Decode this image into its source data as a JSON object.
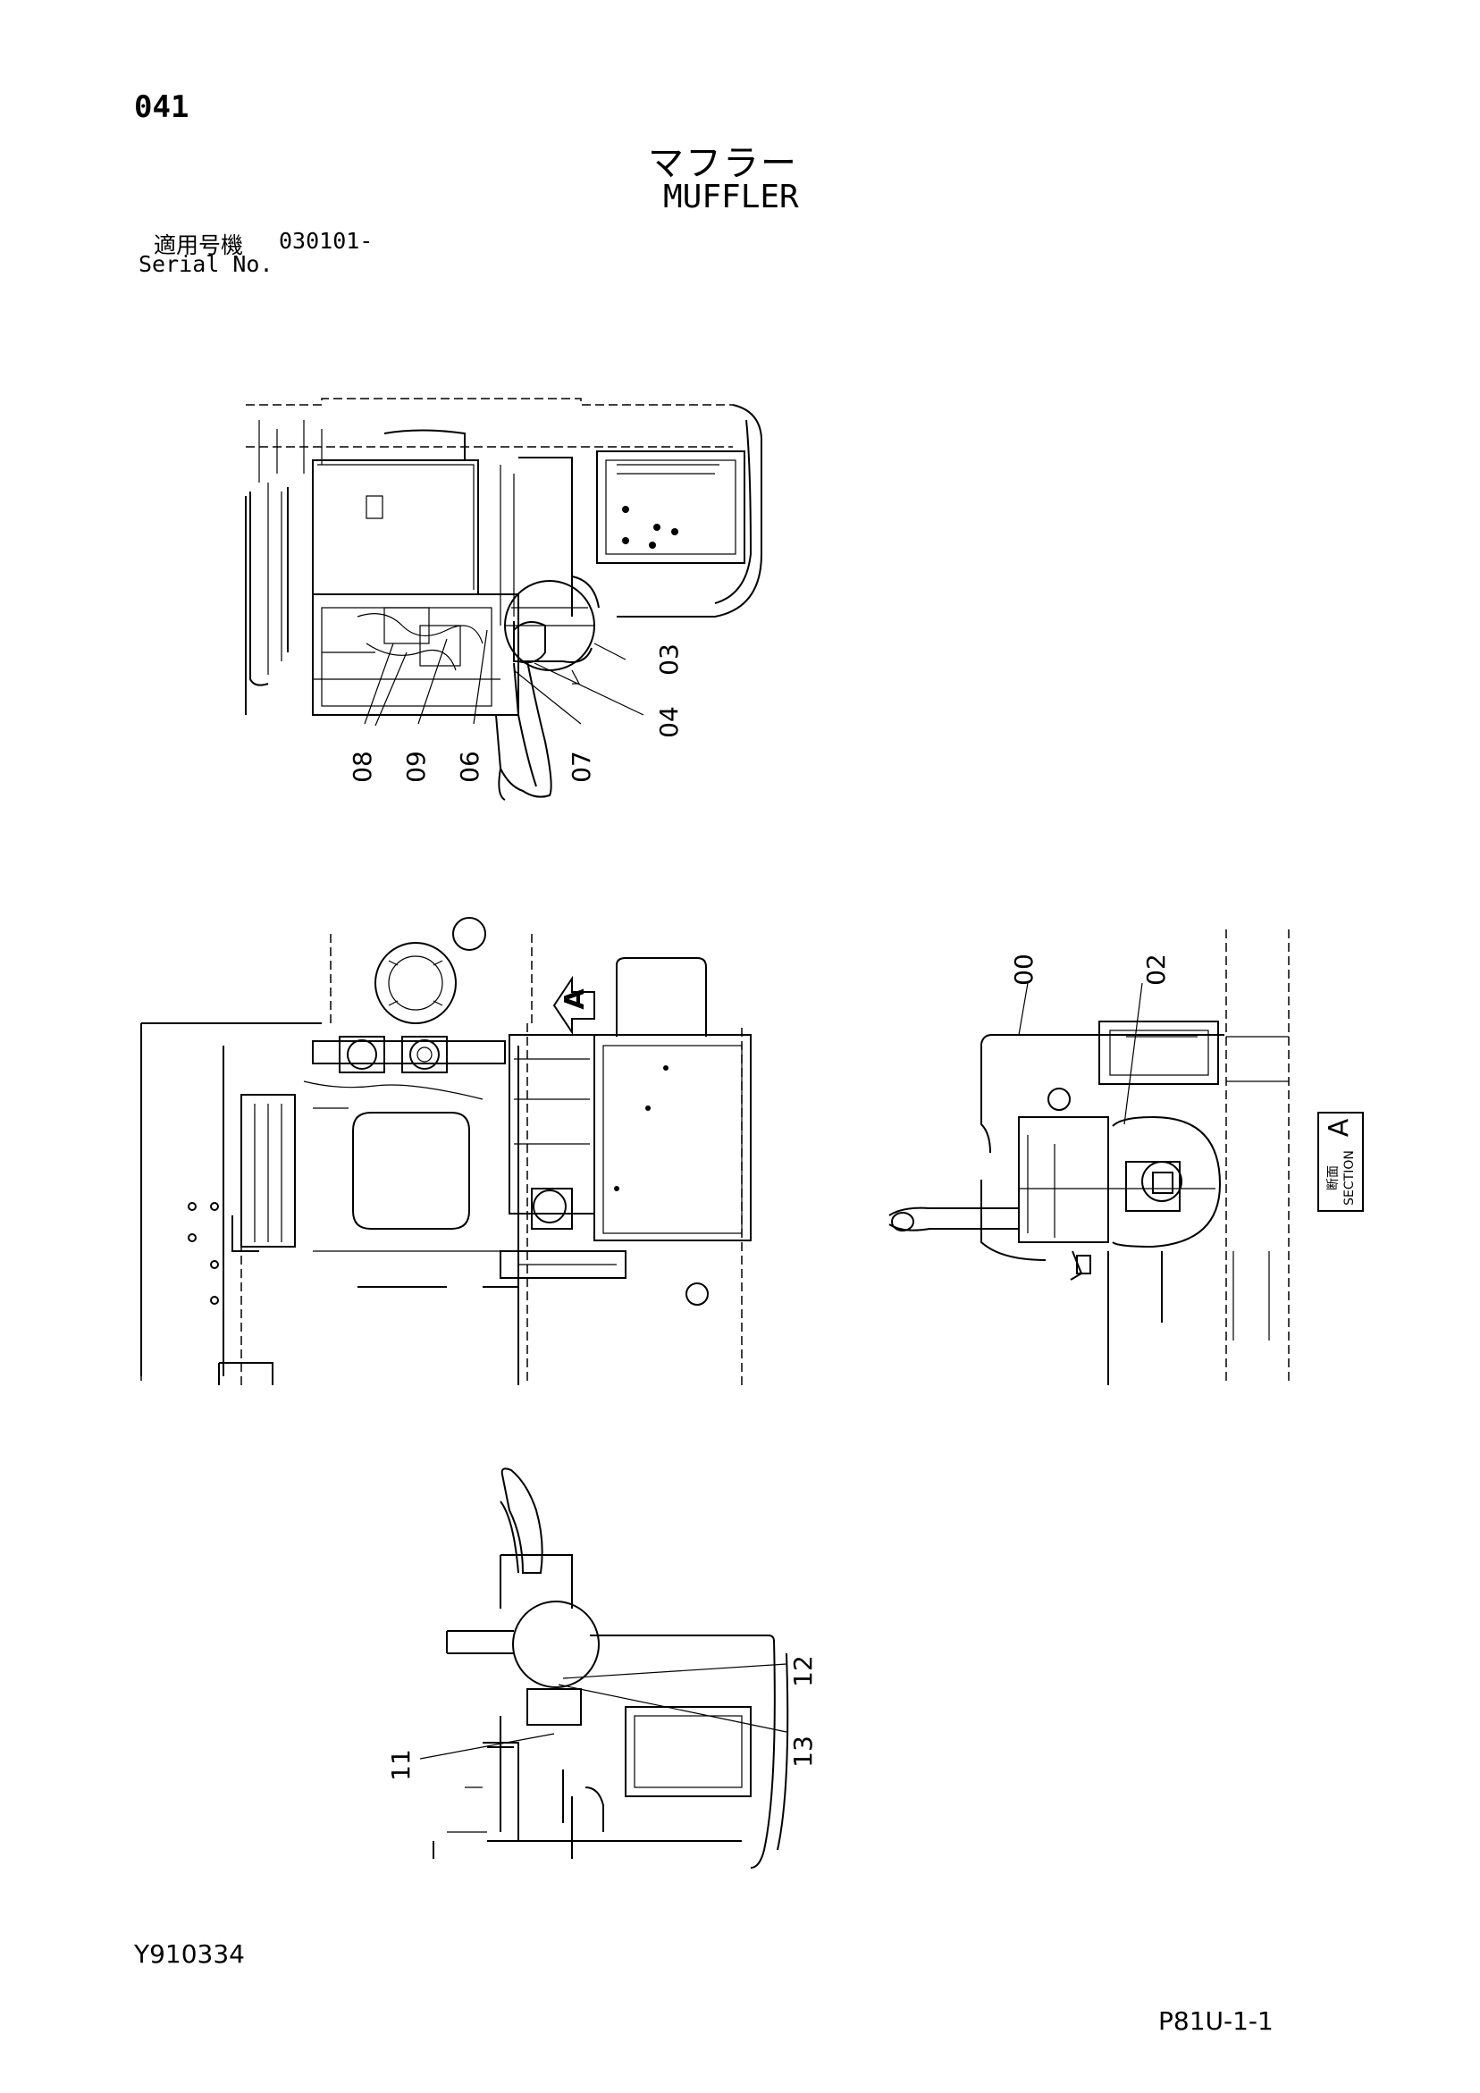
{
  "header": {
    "page_number": "041",
    "title_jp": "マフラー",
    "title_en": "MUFFLER",
    "serial_label_jp": "適用号機",
    "serial_value": "030101-",
    "serial_label_en": "Serial No."
  },
  "footer": {
    "drawing_number": "Y910334",
    "sheet_code": "P81U-1-1"
  },
  "view_top": {
    "callouts": [
      "03",
      "04",
      "07",
      "06",
      "09",
      "08"
    ]
  },
  "view_plan": {
    "arrow_label": "A"
  },
  "view_section": {
    "callouts": [
      "00",
      "02"
    ],
    "section_label_jp": "断面",
    "section_label_en": "SECTION",
    "section_letter": "A"
  },
  "view_bottom": {
    "callouts": [
      "12",
      "13",
      "11"
    ]
  }
}
